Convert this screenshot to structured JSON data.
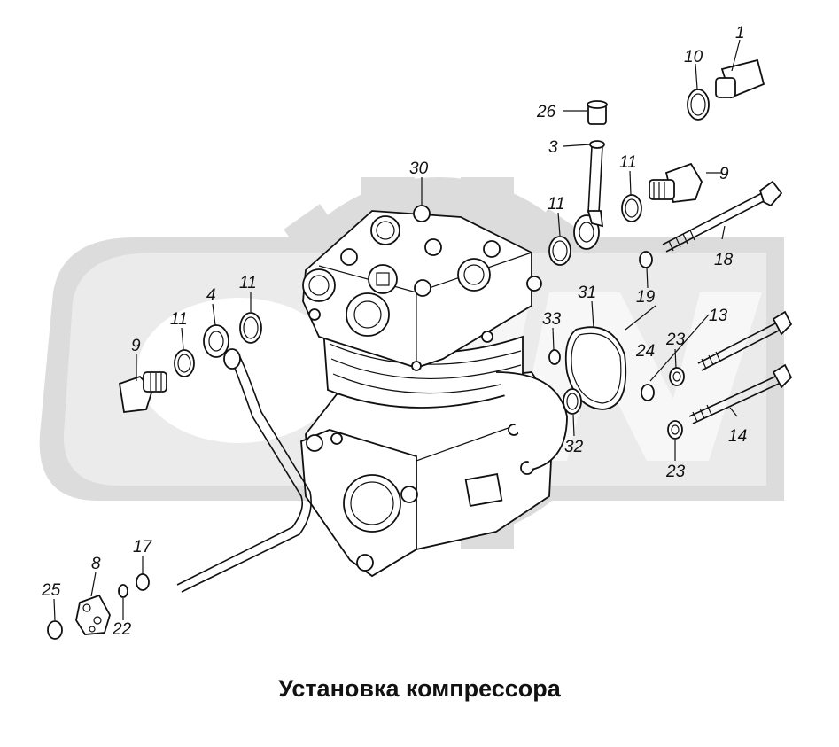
{
  "caption": "Установка компрессора",
  "watermark_color": "#d9d9d9",
  "line_color": "#111111",
  "callouts": [
    "1",
    "10",
    "26",
    "3",
    "11",
    "9",
    "18",
    "30",
    "11",
    "31",
    "19",
    "11",
    "4",
    "11",
    "9",
    "33",
    "13",
    "24",
    "23",
    "23",
    "14",
    "32",
    "8",
    "17",
    "25",
    "22"
  ]
}
